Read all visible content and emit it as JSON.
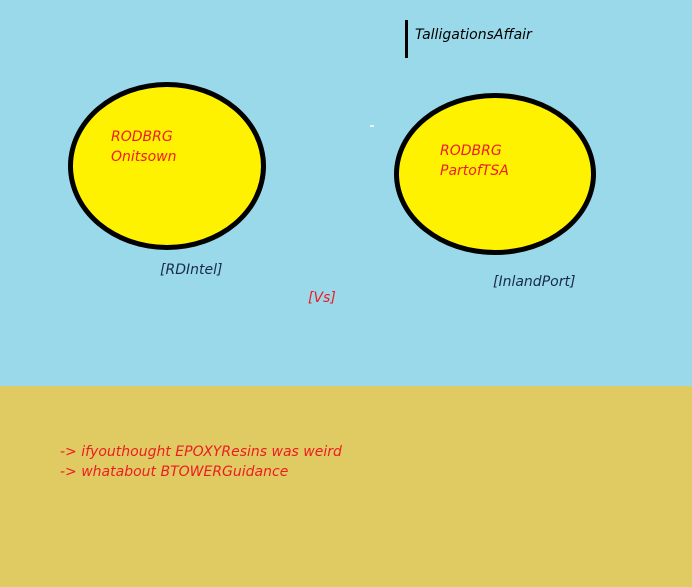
{
  "title": "TalligationsAffair",
  "left_circle": {
    "line1": "RODBRG",
    "line2": "Onitsown",
    "label": "[RDIntel]"
  },
  "right_circle": {
    "line1": "RODBRG",
    "line2": "PartofTSA",
    "label": "[InlandPort]"
  },
  "versus": "[Vs]",
  "notes": [
    "-> ifyouthought EPOXYResins was weird",
    "-> whatabout BTOWERGuidance"
  ],
  "colors": {
    "sky": "#99d9ea",
    "ground": "#e0cb62",
    "circle_fill": "#fff200",
    "accent_red": "#ed1c24"
  }
}
